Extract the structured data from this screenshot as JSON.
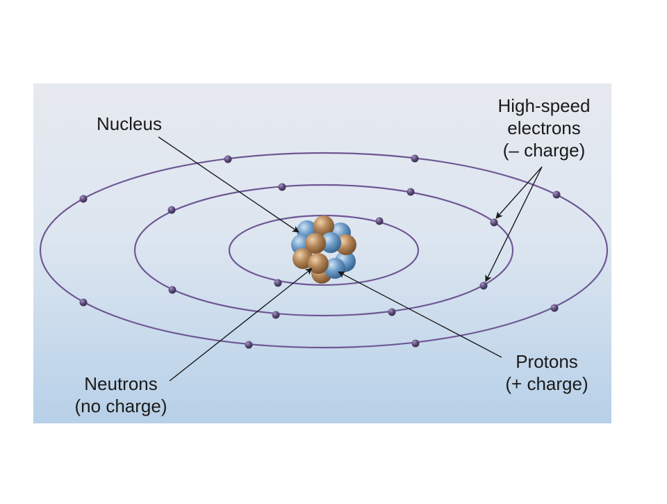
{
  "labels": {
    "nucleus": "Nucleus",
    "electrons": [
      "High-speed",
      "electrons",
      "(– charge)"
    ],
    "neutrons": [
      "Neutrons",
      "(no charge)"
    ],
    "protons": [
      "Protons",
      "(+ charge)"
    ]
  },
  "colors": {
    "background_top": "#e6e9ef",
    "background_bottom": "#b7d0e8",
    "orbit": "#6e5794",
    "electron": "#5a4a78",
    "proton": "#6f9dc9",
    "neutron": "#b5875a",
    "pointer": "#1a1a1a"
  }
}
